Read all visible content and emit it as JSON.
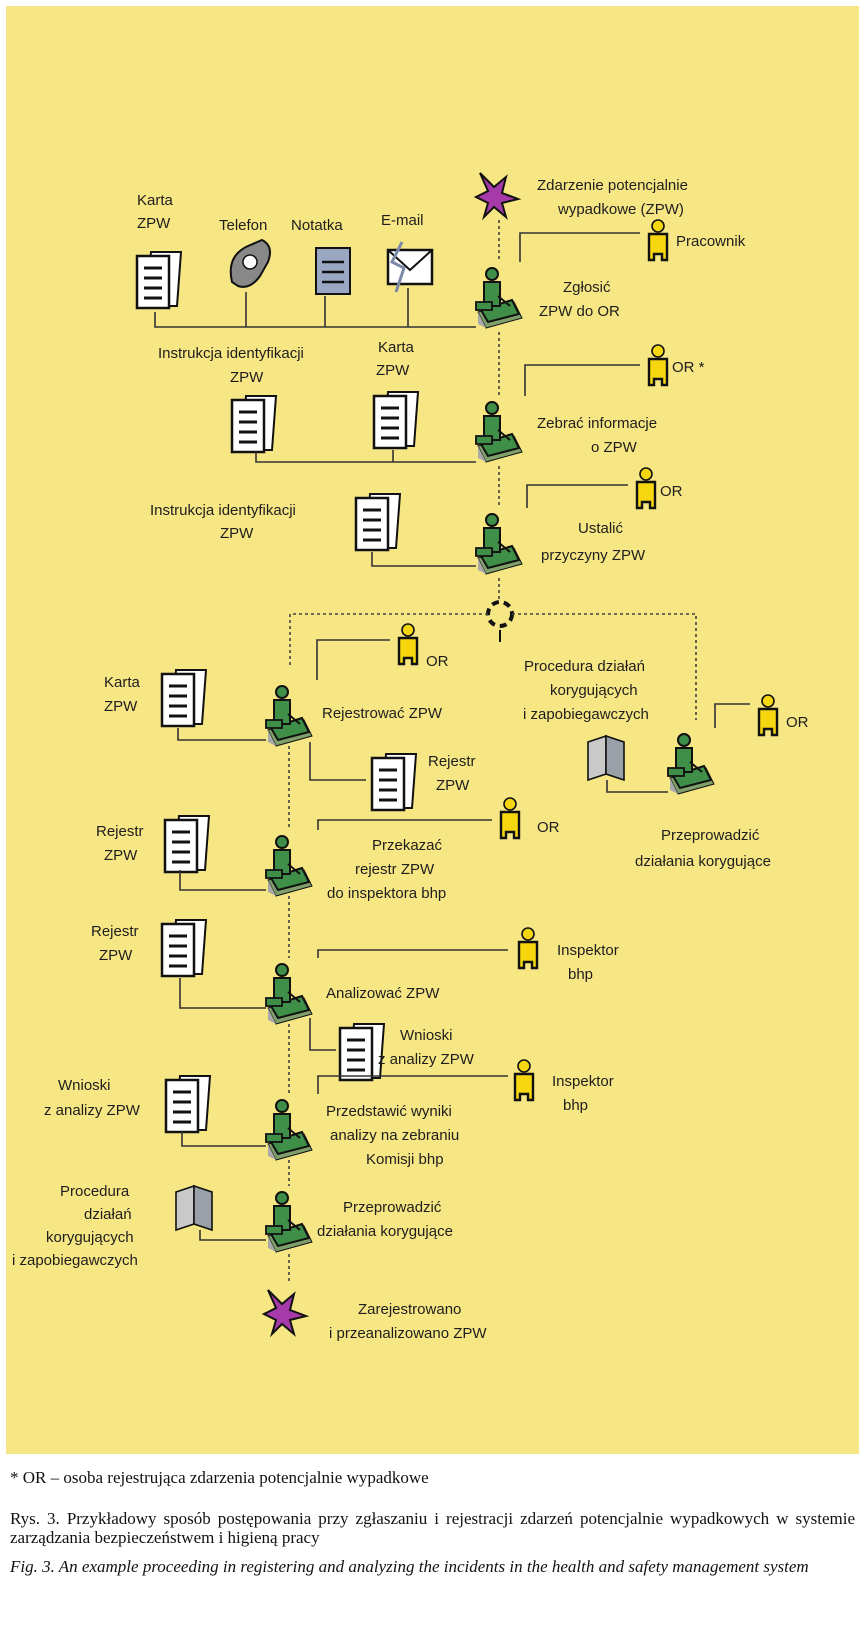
{
  "diagram": {
    "start_event": [
      "Zdarzenie potencjalnie",
      "wypadkowe (ZPW)"
    ],
    "end_event": [
      "Zarejestrowano",
      "i przeanalizowano ZPW"
    ],
    "roles": {
      "pracownik": "Pracownik",
      "or_star": "OR *",
      "or": "OR",
      "inspektor": [
        "Inspektor",
        "bhp"
      ]
    },
    "steps": {
      "s1": [
        "Zgłosić",
        "ZPW do OR"
      ],
      "s2": [
        "Zebrać informacje",
        "o ZPW"
      ],
      "s3": [
        "Ustalić",
        "przyczyny ZPW"
      ],
      "s4": "Rejestrować ZPW",
      "s5": [
        "Przekazać",
        "rejestr ZPW",
        "do inspektora bhp"
      ],
      "s6": "Analizować ZPW",
      "s7": [
        "Przedstawić wyniki",
        "analizy na zebraniu",
        "Komisji bhp"
      ],
      "s8": [
        "Przeprowadzić",
        "działania korygujące"
      ],
      "s9": [
        "Przeprowadzić",
        "działania korygujące"
      ]
    },
    "documents": {
      "karta_zpw": [
        "Karta",
        "ZPW"
      ],
      "telefon": "Telefon",
      "notatka": "Notatka",
      "email": "E-mail",
      "instrukcja": [
        "Instrukcja identyfikacji",
        "ZPW"
      ],
      "rejestr": [
        "Rejestr",
        "ZPW"
      ],
      "wnioski": [
        "Wnioski",
        "z analizy ZPW"
      ],
      "procedura_right": [
        "Procedura działań",
        "korygujących",
        "i zapobiegawczych"
      ],
      "procedura_left": [
        "Procedura",
        "działań",
        "korygujących",
        "i zapobiegawczych"
      ]
    }
  },
  "caption": {
    "footnote": "* OR – osoba rejestrująca zdarzenia potencjalnie wypadkowe",
    "pl": "Rys. 3. Przykładowy sposób postępowania przy zgłaszaniu i rejestracji zdarzeń potencjalnie wypadkowych w systemie zarządzania bezpieczeństwem i higieną pracy",
    "en": "Fig. 3. An example proceeding in registering and analyzing the incidents in the health and safety management system"
  },
  "colors": {
    "background": "#f7e684",
    "person": "#f5d60f",
    "event": "#a63aa8",
    "desk": "#3f8f49",
    "text": "#1e1e1e"
  }
}
